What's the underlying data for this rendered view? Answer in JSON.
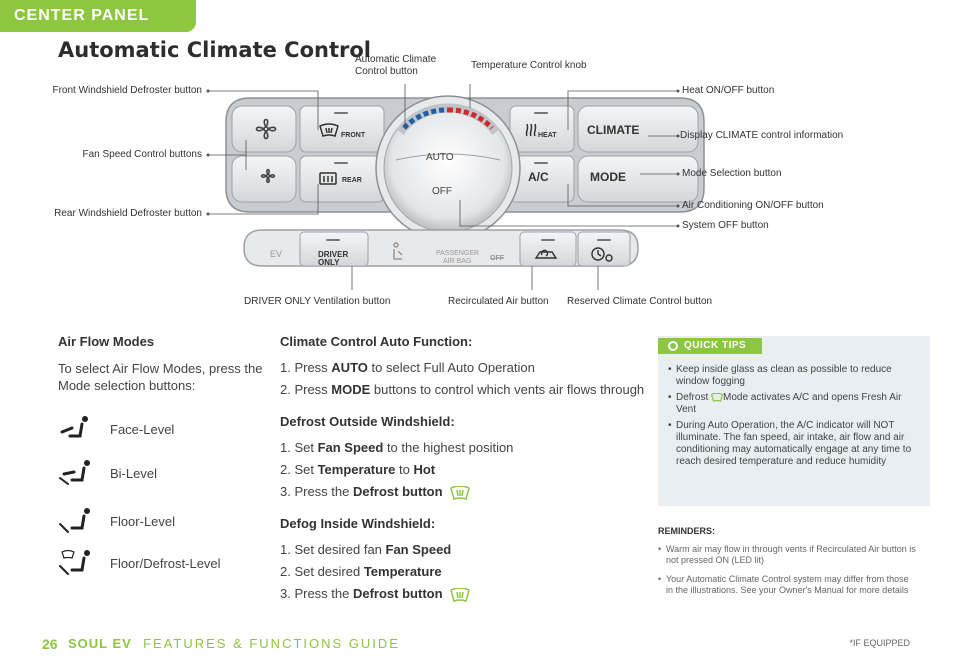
{
  "header": {
    "tab_label": "CENTER PANEL",
    "title": "Automatic Climate Control"
  },
  "callouts": {
    "front_defrost": "Front Windshield Defroster button",
    "fan_speed": "Fan Speed Control buttons",
    "rear_defrost": "Rear Windshield Defroster button",
    "auto_climate_line1": "Automatic Climate",
    "auto_climate_line2": "Control button",
    "temp_knob": "Temperature Control knob",
    "heat": "Heat ON/OFF button",
    "display_climate": "Display CLIMATE control information",
    "mode": "Mode Selection button",
    "ac": "Air Conditioning ON/OFF button",
    "system_off": "System OFF button",
    "driver_only": "DRIVER ONLY Ventilation button",
    "recirc": "Recirculated Air button",
    "reserved": "Reserved Climate Control button"
  },
  "panel": {
    "front": "FRONT",
    "rear": "REAR",
    "heat": "HEAT",
    "climate": "CLIMATE",
    "ac": "A/C",
    "mode": "MODE",
    "auto": "AUTO",
    "off": "OFF",
    "ev": "EV",
    "driver_line1": "DRIVER",
    "driver_line2": "ONLY",
    "passenger_line1": "PASSENGER",
    "passenger_line2": "AIR BAG",
    "passenger_off": "OFF"
  },
  "air_flow": {
    "heading": "Air Flow Modes",
    "intro": "To select Air Flow Modes, press the Mode selection buttons:",
    "modes": [
      {
        "label": "Face-Level",
        "icon": "face-level-icon"
      },
      {
        "label": "Bi-Level",
        "icon": "bi-level-icon"
      },
      {
        "label": "Floor-Level",
        "icon": "floor-level-icon"
      },
      {
        "label": "Floor/Defrost-Level",
        "icon": "floor-defrost-icon"
      }
    ]
  },
  "auto_function": {
    "heading": "Climate Control Auto Function:",
    "s1_pre": "1.  Press ",
    "s1_bold": "AUTO",
    "s1_post": " to select Full Auto Operation",
    "s2_pre": "2. Press ",
    "s2_bold": "MODE",
    "s2_post": " buttons to control which vents air flows through"
  },
  "defrost_outside": {
    "heading": "Defrost Outside Windshield:",
    "s1_pre": "1. Set ",
    "s1_bold": "Fan Speed",
    "s1_post": " to the highest position",
    "s2_pre": "2. Set ",
    "s2_bold": "Temperature",
    "s2_mid": " to ",
    "s2_bold2": "Hot",
    "s3_pre": "3. Press the ",
    "s3_bold": "Defrost button"
  },
  "defog_inside": {
    "heading": "Defog Inside Windshield:",
    "s1_pre": "1. Set desired fan ",
    "s1_bold": "Fan Speed",
    "s2_pre": "2. Set desired ",
    "s2_bold": "Temperature",
    "s3_pre": "3. Press the ",
    "s3_bold": "Defrost button"
  },
  "quick_tips": {
    "label": "QUICK TIPS",
    "tip1": "Keep inside glass as clean as possible to reduce window fogging",
    "tip2_pre": "Defrost ",
    "tip2_post": "Mode activates A/C and opens Fresh Air Vent",
    "tip3": "During Auto Operation, the A/C indicator will NOT illuminate. The fan speed, air intake, air flow and air conditioning may automatically engage at any time to reach desired temperature and reduce humidity"
  },
  "reminders": {
    "heading": "REMINDERS:",
    "r1": "Warm air may flow in through vents if Recirculated Air button is not pressed ON (LED lit)",
    "r2": "Your Automatic Climate Control system may differ from those in the illustrations. See your Owner's Manual for more details"
  },
  "footer": {
    "page": "26",
    "model": "SOUL EV",
    "guide": "FEATURES & FUNCTIONS GUIDE",
    "note": "*IF EQUIPPED"
  },
  "colors": {
    "accent": "#8dc63f",
    "tips_bg": "#e8eef1",
    "panel_grey": "#dadcdf"
  }
}
